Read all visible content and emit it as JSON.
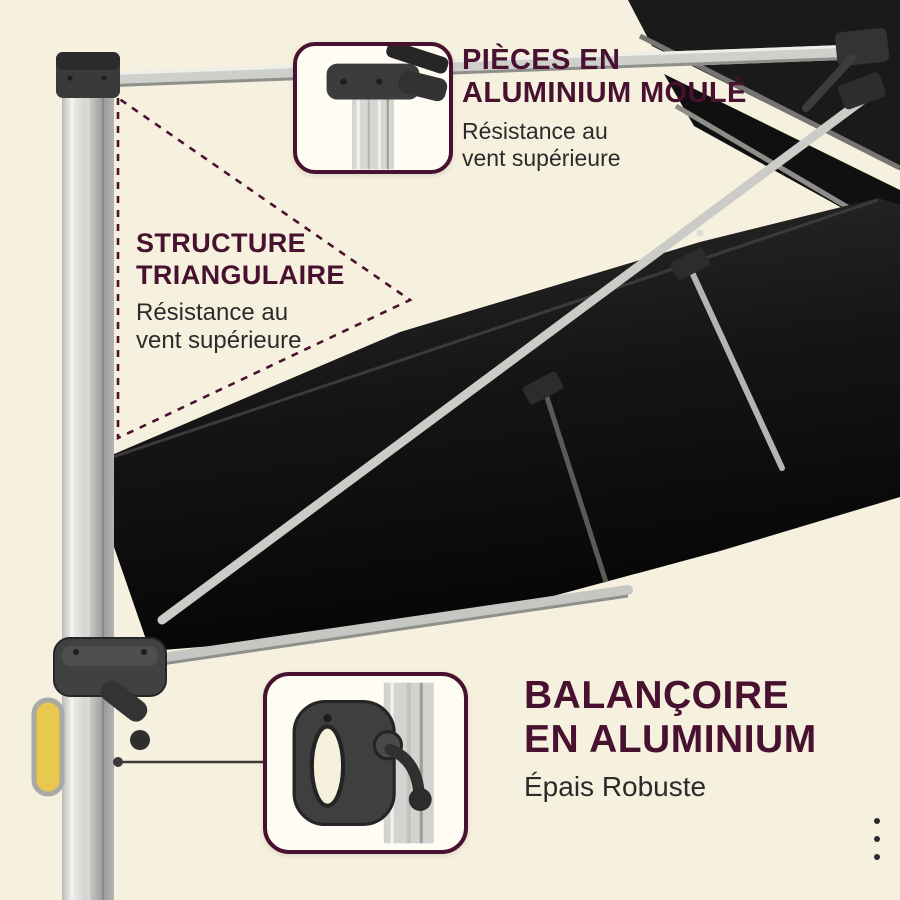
{
  "colors": {
    "background": "#f6f1de",
    "accent": "#47112f",
    "body_text": "#2d2a2b",
    "canopy": "#121212",
    "pole": "#c9c9c7",
    "handle_accent": "#e9c84d",
    "callout_bg": "#fffdf3"
  },
  "annotations": {
    "cast_aluminium": {
      "title_lines": [
        "PIÈCES EN",
        "ALUMINIUM MOULÉ"
      ],
      "subtitle_lines": [
        "Résistance au",
        "vent supérieure"
      ]
    },
    "triangular_structure": {
      "title_lines": [
        "STRUCTURE",
        "TRIANGULAIRE"
      ],
      "subtitle_lines": [
        "Résistance au",
        "vent supérieure"
      ]
    },
    "aluminium_crank": {
      "title_lines": [
        "BALANÇOIRE",
        "EN ALUMINIUM"
      ],
      "subtitle_lines": [
        "Épais Robuste"
      ]
    }
  },
  "icons": {
    "more_indicator": "vertical-ellipsis-icon"
  }
}
